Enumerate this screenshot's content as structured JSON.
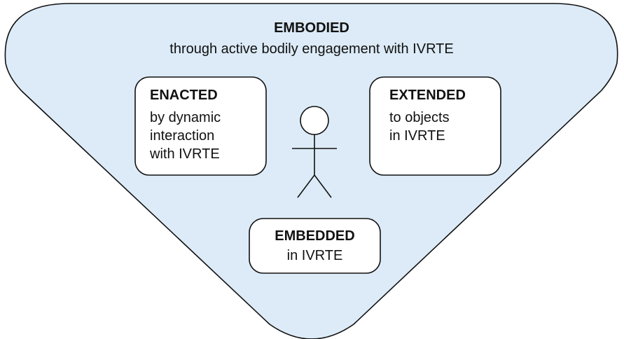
{
  "colors": {
    "triangle_fill": "#dcebf7",
    "stroke": "#111111",
    "box_fill": "#ffffff"
  },
  "embodied": {
    "title": "EMBODIED",
    "subtitle": "through active bodily engagement with IVRTE"
  },
  "enacted": {
    "title": "ENACTED",
    "lines": [
      "by dynamic",
      "interaction",
      "with IVRTE"
    ]
  },
  "extended": {
    "title": "EXTENDED",
    "lines": [
      "to objects",
      "in IVRTE"
    ]
  },
  "embedded": {
    "title": "EMBEDDED",
    "lines": [
      "in IVRTE"
    ]
  },
  "figure": {
    "icon": "stick-figure-icon"
  }
}
